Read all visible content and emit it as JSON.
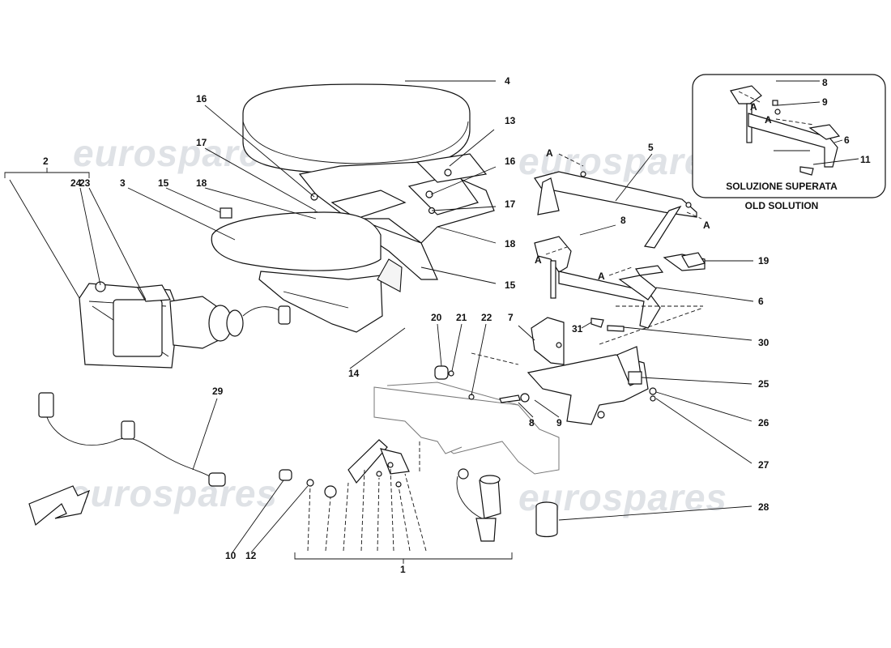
{
  "watermark": "eurospares",
  "callouts": [
    "1",
    "2",
    "3",
    "4",
    "5",
    "6",
    "7",
    "8",
    "9",
    "10",
    "11",
    "12",
    "13",
    "14",
    "15",
    "16",
    "17",
    "18",
    "19",
    "20",
    "21",
    "22",
    "23",
    "24",
    "25",
    "26",
    "27",
    "28",
    "29",
    "30",
    "31"
  ],
  "markers": {
    "arrow_letter": "A"
  },
  "inset": {
    "title_line1": "SOLUZIONE SUPERATA",
    "title_line2": "OLD SOLUTION"
  }
}
